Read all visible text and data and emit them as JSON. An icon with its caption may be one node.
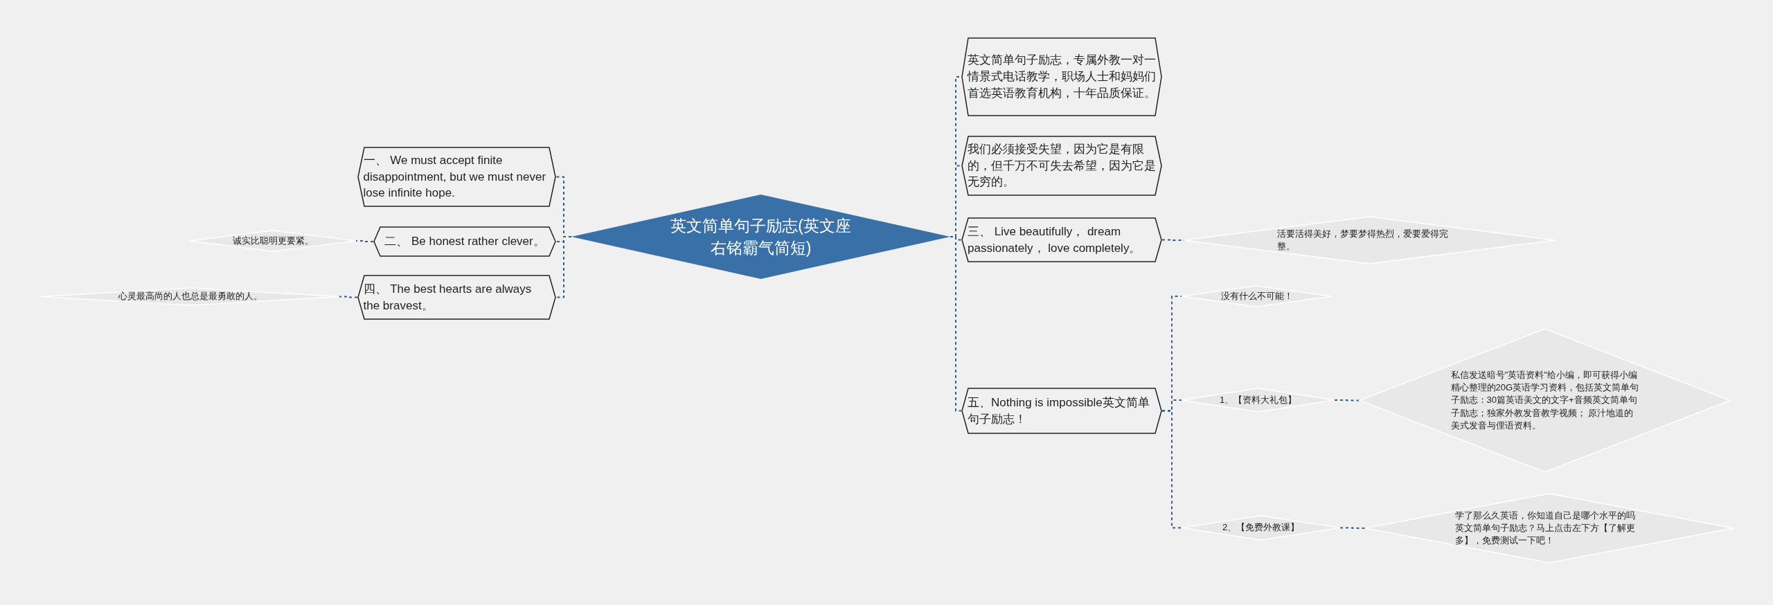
{
  "diagram": {
    "nodes": [
      {
        "text": [
          "英文简单句子励志(英文座右铭霸气简短)"
        ]
      },
      {
        "text": [
          "一、 We must accept finite disappointment, but we must never lose infinite hope."
        ]
      },
      {
        "text": [
          "二、 Be honest rather clever。"
        ]
      },
      {
        "text": [
          "诚实比聪明更要紧。"
        ]
      },
      {
        "text": [
          "四、 The best hearts are always the bravest。"
        ]
      },
      {
        "text": [
          "心灵最高尚的人也总是最勇敢的人。"
        ]
      },
      {
        "text": [
          "英文简单句子励志，专属外教一对一情景式电话教学，职场人士和妈妈们首选英语教育机构，十年品质保证。"
        ]
      },
      {
        "text": [
          "我们必须接受失望，因为它是有限的，但千万不可失去希望，因为它是无穷的。"
        ]
      },
      {
        "text": [
          "三、 Live beautifully， dream passionately， love completely。"
        ]
      },
      {
        "text": [
          "活要活得美好，梦要梦得热烈，爱要爱得完整。"
        ]
      },
      {
        "text": [
          "五、Nothing is impossible英文简单句子励志！"
        ]
      },
      {
        "text": [
          "没有什么不可能！"
        ]
      },
      {
        "text": [
          "1、【资料大礼包】"
        ]
      },
      {
        "text": [
          "私信发送暗号\"英语资料\"给小编，即可获得小编精心整理的20G英语学习资料，包括英文简单句子励志：30篇英语美文的文字+音频英文简单句子励志；独家外教发音教学视频； 原汁地道的美式发音与俚语资料。"
        ]
      },
      {
        "text": [
          "2、【免费外教课】"
        ]
      },
      {
        "text": [
          "学了那么久英语，你知道自己是哪个水平的吗英文简单句子励志？马上点击左下方【了解更多】，免费测试一下吧！"
        ]
      }
    ],
    "edges": [
      {
        "from": 0,
        "to": 1,
        "arrow": "none"
      },
      {
        "from": 0,
        "to": 2,
        "arrow": "none"
      },
      {
        "from": 0,
        "to": 4,
        "arrow": "none"
      },
      {
        "from": 2,
        "to": 3,
        "arrow": "none"
      },
      {
        "from": 4,
        "to": 5,
        "arrow": "none"
      },
      {
        "from": 0,
        "to": 6,
        "arrow": "none"
      },
      {
        "from": 0,
        "to": 7,
        "arrow": "none"
      },
      {
        "from": 0,
        "to": 8,
        "arrow": "none"
      },
      {
        "from": 0,
        "to": 10,
        "arrow": "none"
      },
      {
        "from": 8,
        "to": 9,
        "arrow": "none"
      },
      {
        "from": 10,
        "to": 11,
        "arrow": "none"
      },
      {
        "from": 10,
        "to": 12,
        "arrow": "none"
      },
      {
        "from": 10,
        "to": 14,
        "arrow": "none"
      },
      {
        "from": 12,
        "to": 13,
        "arrow": "none"
      },
      {
        "from": 14,
        "to": 15,
        "arrow": "none"
      }
    ]
  }
}
